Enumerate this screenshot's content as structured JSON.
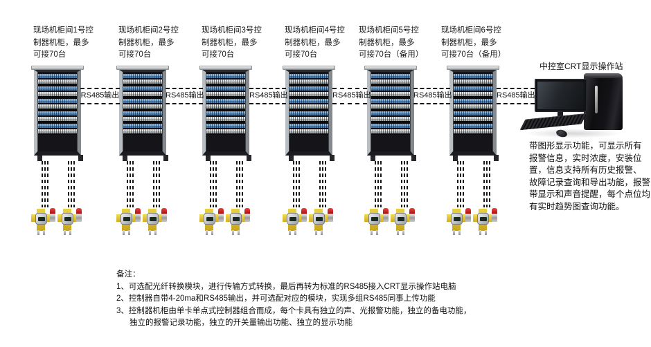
{
  "cabinets": [
    {
      "label": "现场机柜间1号控\n制器机柜，最多\n可接70台"
    },
    {
      "label": "现场机柜间2号控\n制器机柜，最多\n可接70台"
    },
    {
      "label": "现场机柜间3号控\n制器机柜，最多\n可接70台"
    },
    {
      "label": "现场机柜间4号控\n制器机柜，最多\n可接70台"
    },
    {
      "label": "现场机柜间5号控\n制器机柜，最多\n可接70台（备用）"
    },
    {
      "label": "现场机柜间6号控\n制器机柜，最多\n可接70台（备用）"
    }
  ],
  "links": [
    {
      "label": "RS485输出"
    },
    {
      "label": "RS485输出"
    },
    {
      "label": "RS485输出"
    },
    {
      "label": "RS485输出"
    },
    {
      "label": "RS485输出"
    },
    {
      "label": "RS485输出"
    }
  ],
  "station": {
    "title": "中控室CRT显示操作站",
    "description": "带图形显示功能，可显示所有\n报警信息，实时浓度，安装位\n置，信息支持所有历史报警、\n故障记录查询和导出功能，报警\n带显示和声音提醒，每个点位均\n有实时趋势图查询功能。"
  },
  "notes": {
    "title": "备注：",
    "lines": [
      "1、可选配光纤转换模块，进行传输方式转换，最后再转为标准的RS485接入CRT显示操作站电脑",
      "2、控制器自带4-20ma和RS485输出，并可选配对应的模块，实现多组RS485同事上传功能",
      "3、控制器机柜由单卡单点式控制器组合而成，每个卡具有独立的声、光报警功能，独立的备电功能，",
      "独立的报警记录功能，独立的开关量输出功能、独立的显示功能"
    ]
  },
  "colors": {
    "background": "#ffffff",
    "text": "#1a1a1a",
    "dashed_line": "#151515",
    "cabinet_frame": "#b9bec2",
    "cabinet_interior": "#141419",
    "module_blue": "#7fb2e0",
    "module_gray": "#e0e3e2",
    "detector_yellow": "#ead23f",
    "beacon_red": "#c42020",
    "pc_black": "#121214"
  }
}
